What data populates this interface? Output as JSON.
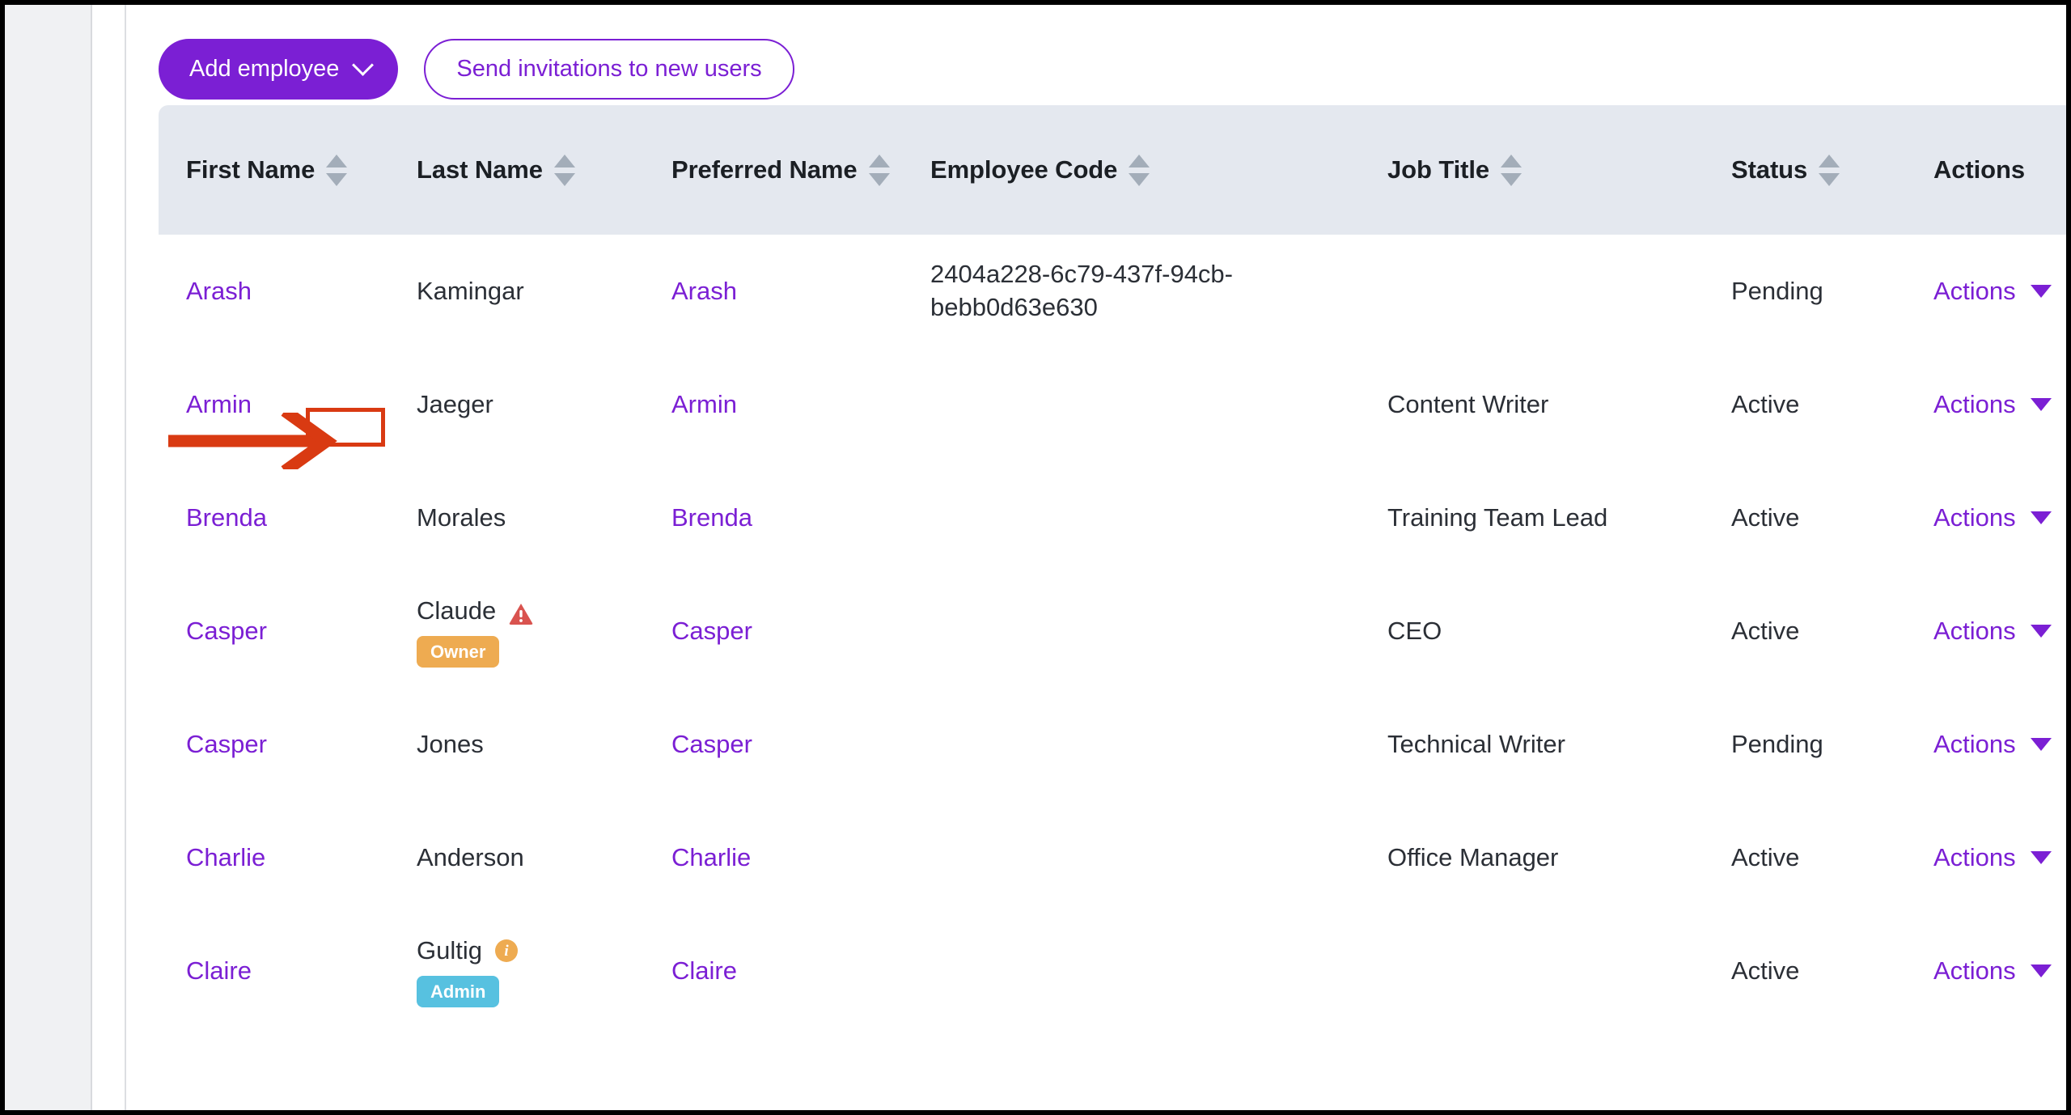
{
  "colors": {
    "brand_purple": "#7b1fd4",
    "header_bg": "#e4e8ef",
    "sidebar_bg": "#f0f1f3",
    "owner_badge": "#eeab51",
    "admin_badge": "#57c1e0",
    "warning_red": "#d9534f",
    "annotation_red": "#d93a12"
  },
  "toolbar": {
    "add_employee_label": "Add employee",
    "add_employee_icon": "chevron-down-icon",
    "send_invitations_label": "Send invitations to new users"
  },
  "table": {
    "columns": [
      {
        "label": "First Name",
        "sortable": true
      },
      {
        "label": "Last Name",
        "sortable": true
      },
      {
        "label": "Preferred Name",
        "sortable": true
      },
      {
        "label": "Employee Code",
        "sortable": true
      },
      {
        "label": "Job Title",
        "sortable": true
      },
      {
        "label": "Status",
        "sortable": true
      },
      {
        "label": "Actions",
        "sortable": false
      }
    ],
    "actions_label": "Actions",
    "rows": [
      {
        "first_name": "Arash",
        "last_name": "Kamingar",
        "last_badge": null,
        "last_icon": null,
        "preferred_name": "Arash",
        "employee_code": "2404a228-6c79-437f-94cb-bebb0d63e630",
        "job_title": "",
        "status": "Pending"
      },
      {
        "first_name": "Armin",
        "last_name": "Jaeger",
        "last_badge": null,
        "last_icon": null,
        "preferred_name": "Armin",
        "employee_code": "",
        "job_title": "Content Writer",
        "status": "Active"
      },
      {
        "first_name": "Brenda",
        "last_name": "Morales",
        "last_badge": null,
        "last_icon": null,
        "preferred_name": "Brenda",
        "employee_code": "",
        "job_title": "Training Team Lead",
        "status": "Active"
      },
      {
        "first_name": "Casper",
        "last_name": "Claude",
        "last_badge": "Owner",
        "last_icon": "warning-triangle-icon",
        "preferred_name": "Casper",
        "employee_code": "",
        "job_title": "CEO",
        "status": "Active"
      },
      {
        "first_name": "Casper",
        "last_name": "Jones",
        "last_badge": null,
        "last_icon": null,
        "preferred_name": "Casper",
        "employee_code": "",
        "job_title": "Technical Writer",
        "status": "Pending"
      },
      {
        "first_name": "Charlie",
        "last_name": "Anderson",
        "last_badge": null,
        "last_icon": null,
        "preferred_name": "Charlie",
        "employee_code": "",
        "job_title": "Office Manager",
        "status": "Active"
      },
      {
        "first_name": "Claire",
        "last_name": "Gultig",
        "last_badge": "Admin",
        "last_icon": "info-circle-icon",
        "preferred_name": "Claire",
        "employee_code": "",
        "job_title": "",
        "status": "Active"
      }
    ]
  },
  "annotation": {
    "type": "arrow-and-box",
    "target": "Armin",
    "color": "#d93a12"
  }
}
